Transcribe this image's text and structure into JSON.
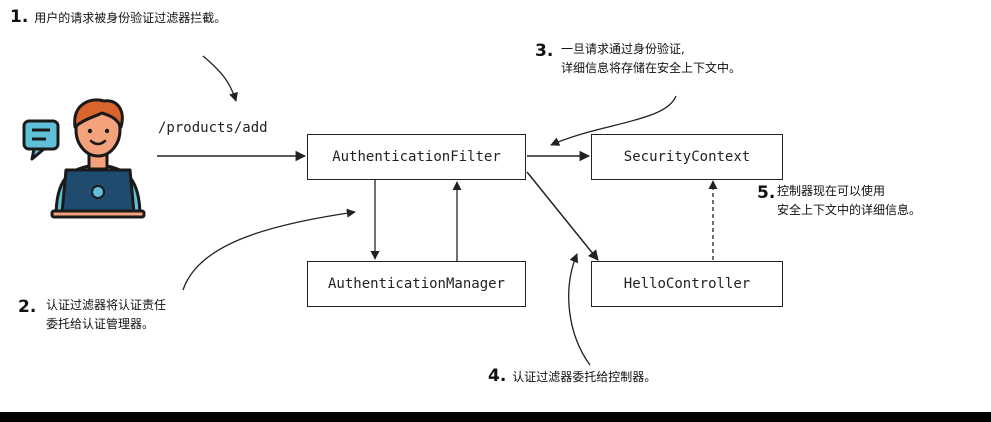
{
  "steps": {
    "s1": {
      "num": "1.",
      "text": "用户的请求被身份验证过滤器拦截。"
    },
    "s2": {
      "num": "2.",
      "line1": "认证过滤器将认证责任",
      "line2": "委托给认证管理器。"
    },
    "s3": {
      "num": "3.",
      "line1": "一旦请求通过身份验证,",
      "line2": "详细信息将存储在安全上下文中。"
    },
    "s4": {
      "num": "4.",
      "text": "认证过滤器委托给控制器。"
    },
    "s5": {
      "num": "5.",
      "line1": "控制器现在可以使用",
      "line2": "安全上下文中的详细信息。"
    }
  },
  "request_path": "/products/add",
  "components": {
    "auth_filter": "AuthenticationFilter",
    "auth_manager": "AuthenticationManager",
    "security_context": "SecurityContext",
    "hello_controller": "HelloController"
  },
  "icons": {
    "user": "user-with-laptop-icon",
    "chat": "chat-bubble-icon"
  },
  "colors": {
    "skin": "#F3A27C",
    "hair": "#D9642C",
    "shirt": "#5FC0D8",
    "laptop": "#1E4B6E",
    "chat_bubble": "#5FC0D8"
  }
}
